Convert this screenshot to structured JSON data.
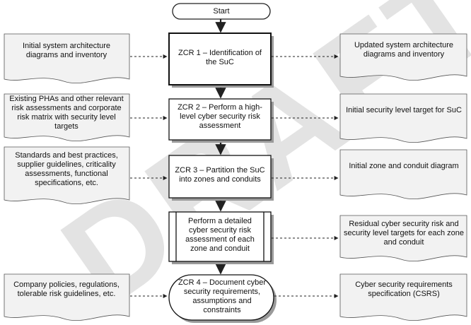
{
  "start": {
    "label": "Start"
  },
  "steps": [
    {
      "id": "zcr1",
      "label": "ZCR 1 – Identification of the SuC"
    },
    {
      "id": "zcr2",
      "label": "ZCR 2 – Perform a high-level cyber security risk assessment"
    },
    {
      "id": "zcr3",
      "label": "ZCR 3 – Partition the SuC into zones and conduits"
    },
    {
      "id": "detailed",
      "label": "Perform a detailed cyber security risk assessment of each zone and conduit"
    },
    {
      "id": "zcr4",
      "label": "ZCR 4 – Document cyber security requirements, assumptions and constraints"
    }
  ],
  "inputs": [
    {
      "label": "Initial system architecture diagrams and inventory"
    },
    {
      "label": "Existing PHAs and other relevant risk assessments and corporate risk matrix with security level targets"
    },
    {
      "label": "Standards and best practices, supplier guidelines, criticality assessments, functional specifications, etc."
    },
    {
      "label": "Company policies, regulations, tolerable risk guidelines, etc."
    }
  ],
  "outputs": [
    {
      "label": "Updated system architecture diagrams and inventory"
    },
    {
      "label": "Initial security level target for SuC"
    },
    {
      "label": "Initial zone and conduit diagram"
    },
    {
      "label": "Residual cyber security risk and security level targets for each zone and conduit"
    },
    {
      "label": "Cyber security requirements specification (CSRS)"
    }
  ],
  "watermark": {
    "text": "DRAFT"
  },
  "colors": {
    "stroke": "#222222",
    "doc_fill": "#f2f2f2",
    "shadow": "#9a9a9a",
    "watermark": "#e3e3e3"
  }
}
